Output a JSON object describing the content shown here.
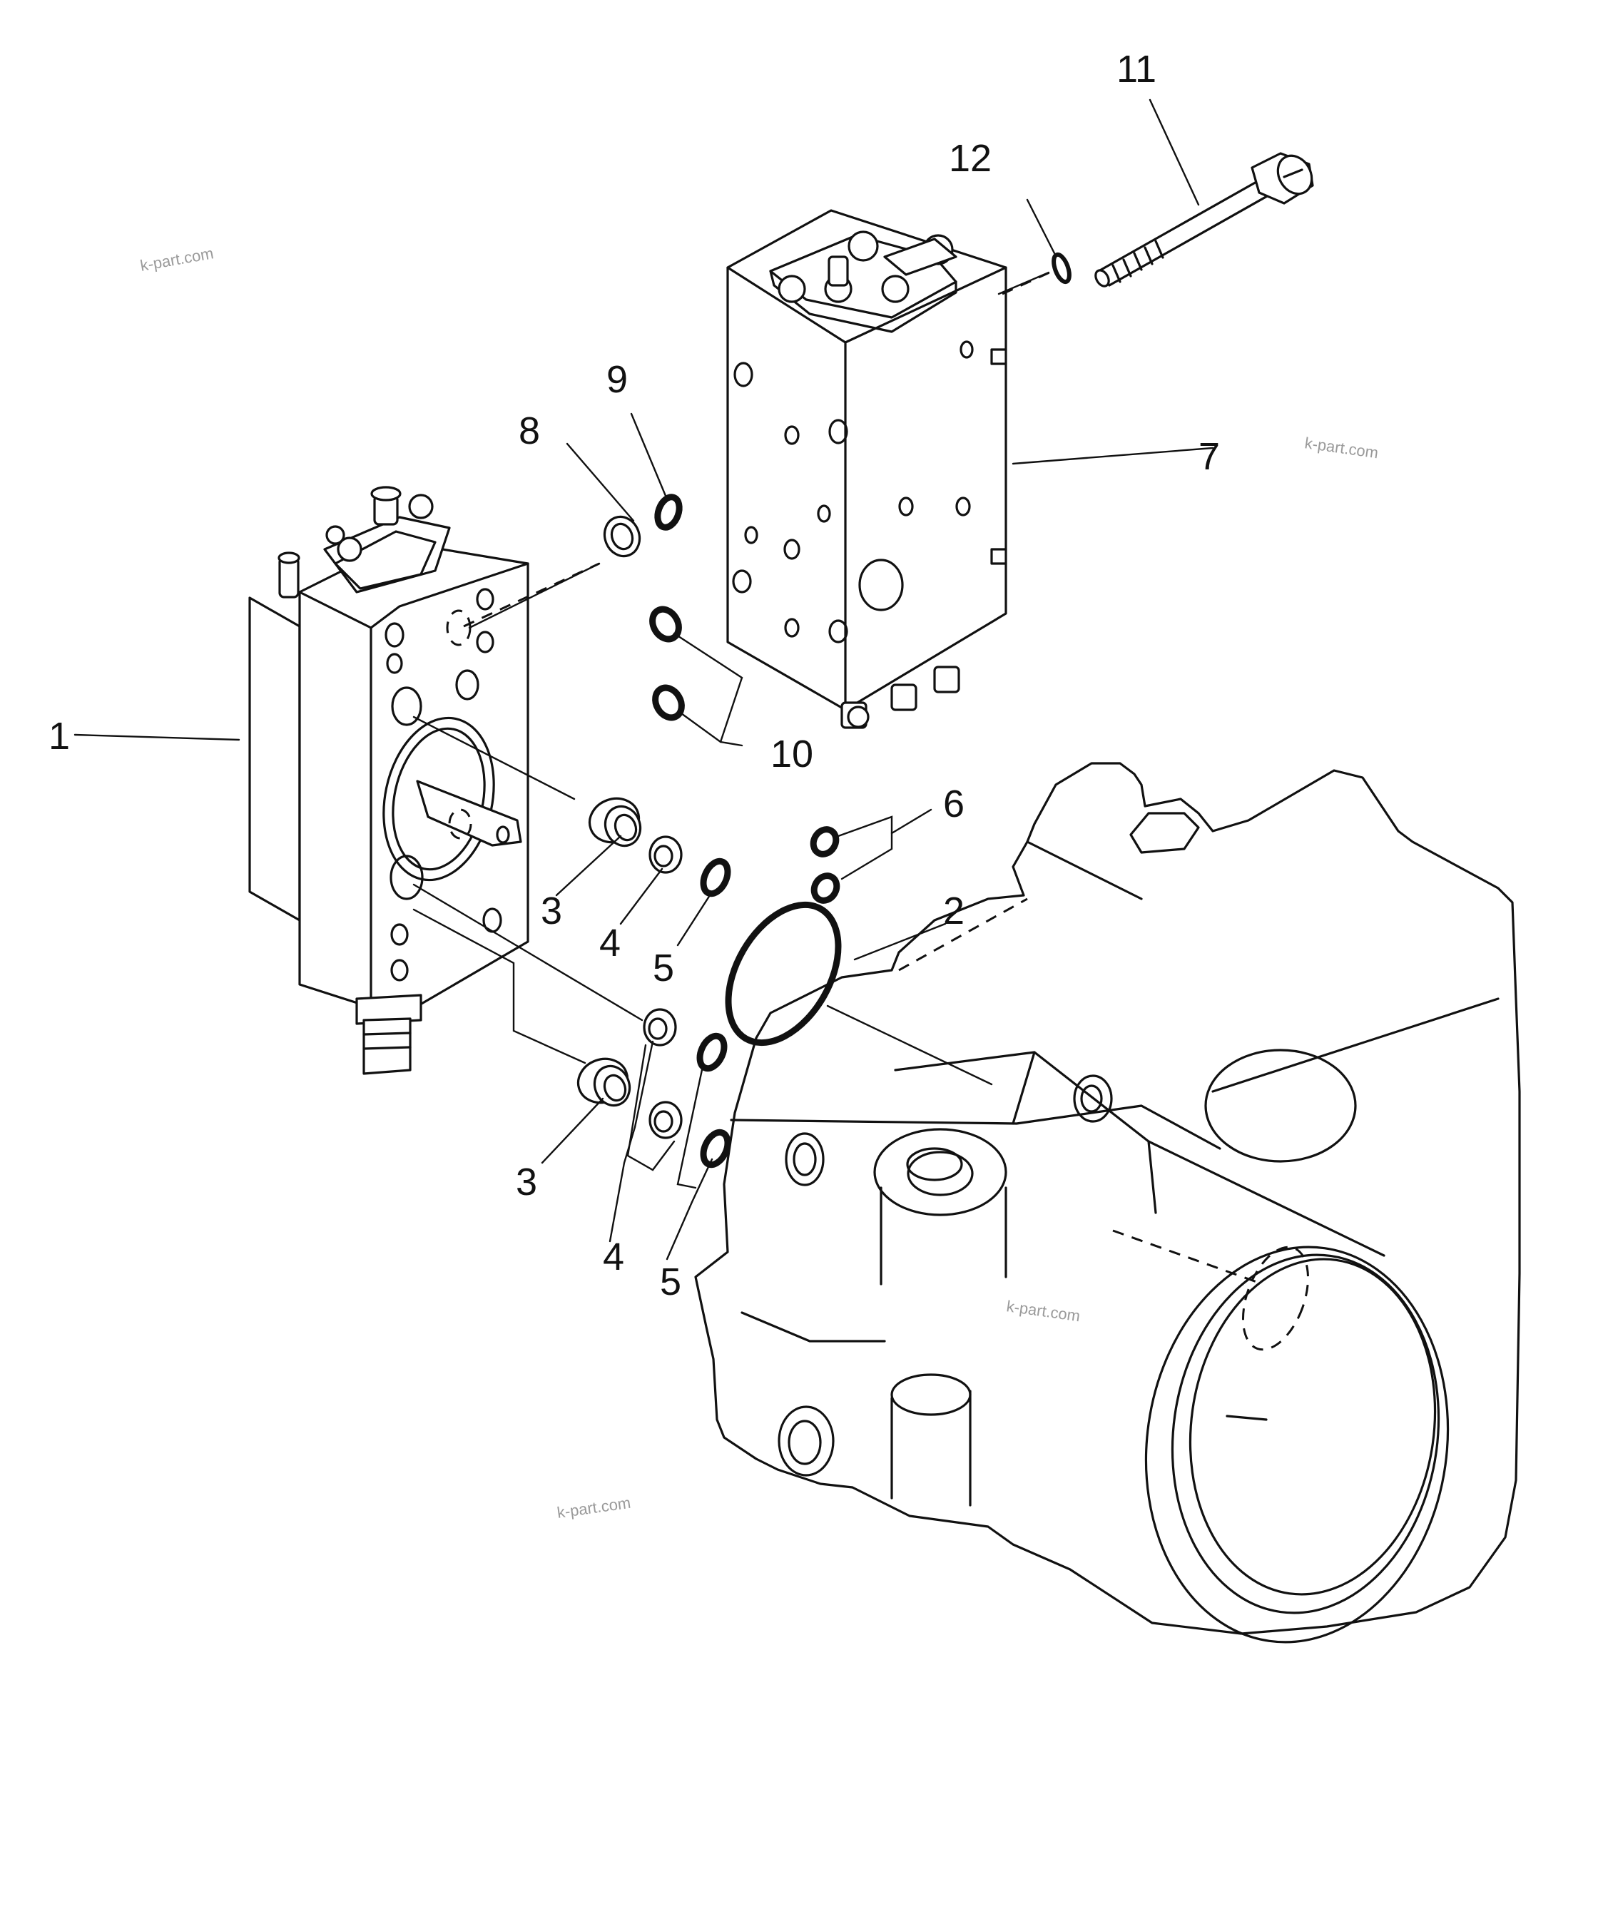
{
  "callouts": {
    "c1": "1",
    "c2": "2",
    "c3a": "3",
    "c3b": "3",
    "c4a": "4",
    "c4b": "4",
    "c5a": "5",
    "c5b": "5",
    "c6": "6",
    "c7": "7",
    "c8": "8",
    "c9": "9",
    "c10": "10",
    "c11": "11",
    "c12": "12"
  },
  "watermarks": [
    "k-part.com",
    "k-part.com",
    "k-part.com",
    "k-part.com"
  ]
}
